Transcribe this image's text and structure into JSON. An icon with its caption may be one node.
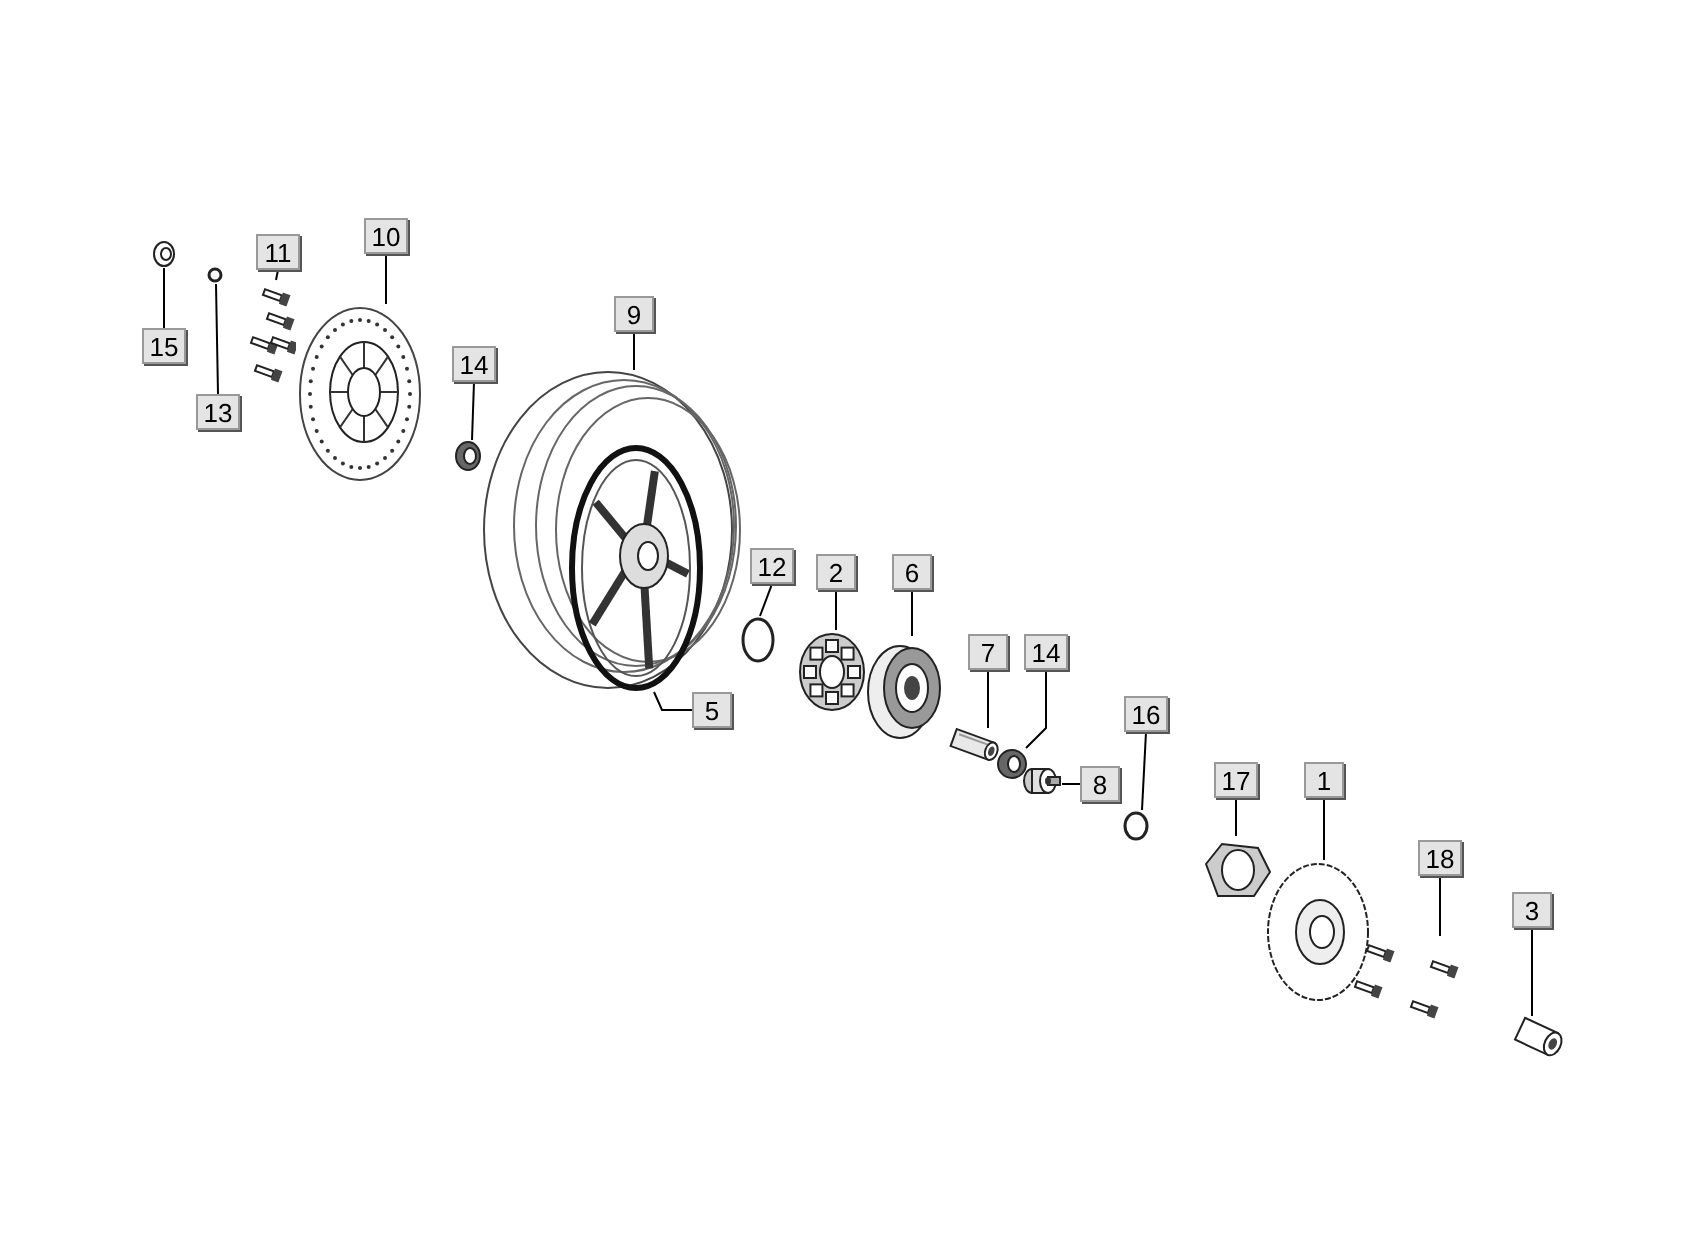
{
  "diagram": {
    "nodes": [
      {
        "text": [
          "15"
        ]
      },
      {
        "text": [
          "13"
        ]
      },
      {
        "text": [
          "11"
        ]
      },
      {
        "text": [
          "10"
        ]
      },
      {
        "text": [
          "14"
        ]
      },
      {
        "text": [
          "9"
        ]
      },
      {
        "text": [
          "12"
        ]
      },
      {
        "text": [
          "2"
        ]
      },
      {
        "text": [
          "6"
        ]
      },
      {
        "text": [
          "5"
        ]
      },
      {
        "text": [
          "7"
        ]
      },
      {
        "text": [
          "14"
        ]
      },
      {
        "text": [
          "16"
        ]
      },
      {
        "text": [
          "8"
        ]
      },
      {
        "text": [
          "17"
        ]
      },
      {
        "text": [
          "1"
        ]
      },
      {
        "text": [
          "18"
        ]
      },
      {
        "text": [
          "3"
        ]
      },
      {
        "text": [],
        "shape": "picture"
      },
      {
        "text": [],
        "shape": "circle"
      },
      {
        "text": [],
        "shape": "picture"
      },
      {
        "text": [],
        "shape": "picture"
      },
      {
        "text": [],
        "shape": "picture"
      },
      {
        "text": [],
        "shape": "picture"
      },
      {
        "text": [],
        "shape": "circle"
      },
      {
        "text": [],
        "shape": "picture"
      },
      {
        "text": [],
        "shape": "picture"
      },
      {
        "text": [],
        "shape": "picture",
        "in": 23
      },
      {
        "text": [],
        "shape": "picture"
      },
      {
        "text": [],
        "shape": "picture"
      },
      {
        "text": [],
        "shape": "circle"
      },
      {
        "text": [],
        "shape": "picture"
      },
      {
        "text": [],
        "shape": "picture"
      },
      {
        "text": [],
        "shape": "picture"
      },
      {
        "text": [],
        "shape": "picture"
      },
      {
        "text": [],
        "shape": "picture"
      }
    ],
    "edges": [
      {
        "from": 0,
        "to": 18,
        "arrow": "none"
      },
      {
        "from": 1,
        "to": 19,
        "arrow": "none"
      },
      {
        "from": 2,
        "to": 20,
        "arrow": "none"
      },
      {
        "from": 3,
        "to": 21,
        "arrow": "none"
      },
      {
        "from": 4,
        "to": 22,
        "arrow": "none"
      },
      {
        "from": 5,
        "to": 23,
        "arrow": "none"
      },
      {
        "from": 6,
        "to": 24,
        "arrow": "none"
      },
      {
        "from": 7,
        "to": 25,
        "arrow": "none"
      },
      {
        "from": 8,
        "to": 26,
        "arrow": "none"
      },
      {
        "from": 9,
        "to": 27,
        "arrow": "none"
      },
      {
        "from": 10,
        "to": 28,
        "arrow": "none"
      },
      {
        "from": 11,
        "to": 29,
        "arrow": "none"
      },
      {
        "from": 12,
        "to": 30,
        "arrow": "none"
      },
      {
        "from": 13,
        "to": 31,
        "arrow": "none"
      },
      {
        "from": 14,
        "to": 32,
        "arrow": "none"
      },
      {
        "from": 15,
        "to": 33,
        "arrow": "none"
      },
      {
        "from": 16,
        "to": 34,
        "arrow": "none"
      },
      {
        "from": 17,
        "to": 35,
        "arrow": "none"
      }
    ]
  }
}
